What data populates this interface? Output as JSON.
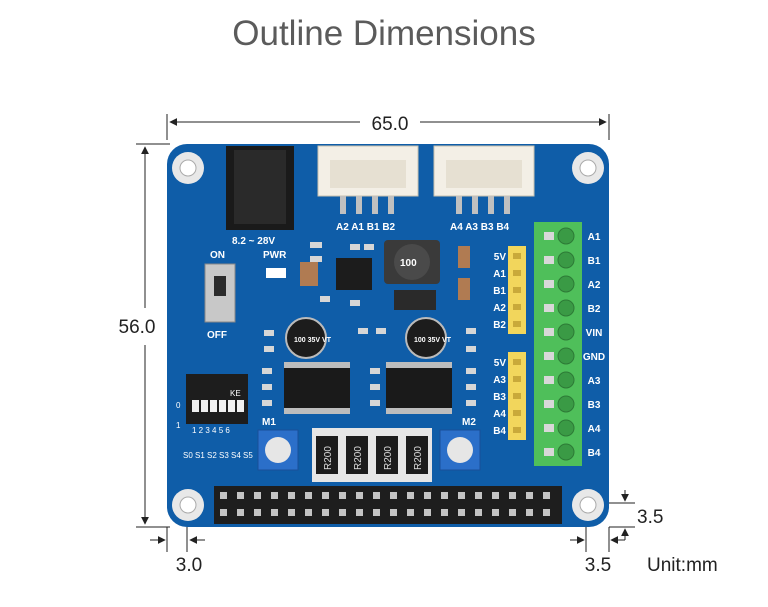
{
  "title": "Outline Dimensions",
  "dimensions": {
    "width": "65.0",
    "height": "56.0",
    "left_offset": "3.0",
    "right_offset": "3.5",
    "bottom_offset": "3.5",
    "unit": "Unit:mm"
  },
  "board": {
    "power_label": "8.2 ~ 28V",
    "pwr_label": "PWR",
    "switch_on": "ON",
    "switch_off": "OFF",
    "connector_left_pins": "A2 A1 B1 B2",
    "connector_right_pins": "A4 A3 B3 B4",
    "header_top": [
      "5V",
      "A1",
      "B1",
      "A2",
      "B2"
    ],
    "header_bottom": [
      "5V",
      "A3",
      "B3",
      "A4",
      "B4"
    ],
    "terminal_labels": [
      "A1",
      "B1",
      "A2",
      "B2",
      "VIN",
      "GND",
      "A3",
      "B3",
      "A4",
      "B4"
    ],
    "capacitor_text": "100 35V VT",
    "inductor_text": "100",
    "resistor_text": "R200",
    "pot_left": "M1",
    "pot_right": "M2",
    "dip_labels": "S0 S1 S2 S3 S4 S5",
    "dip_numbers": "1 2 3 4 5 6",
    "dip_row0": "0",
    "dip_row1": "1",
    "dip_ke": "KE"
  }
}
